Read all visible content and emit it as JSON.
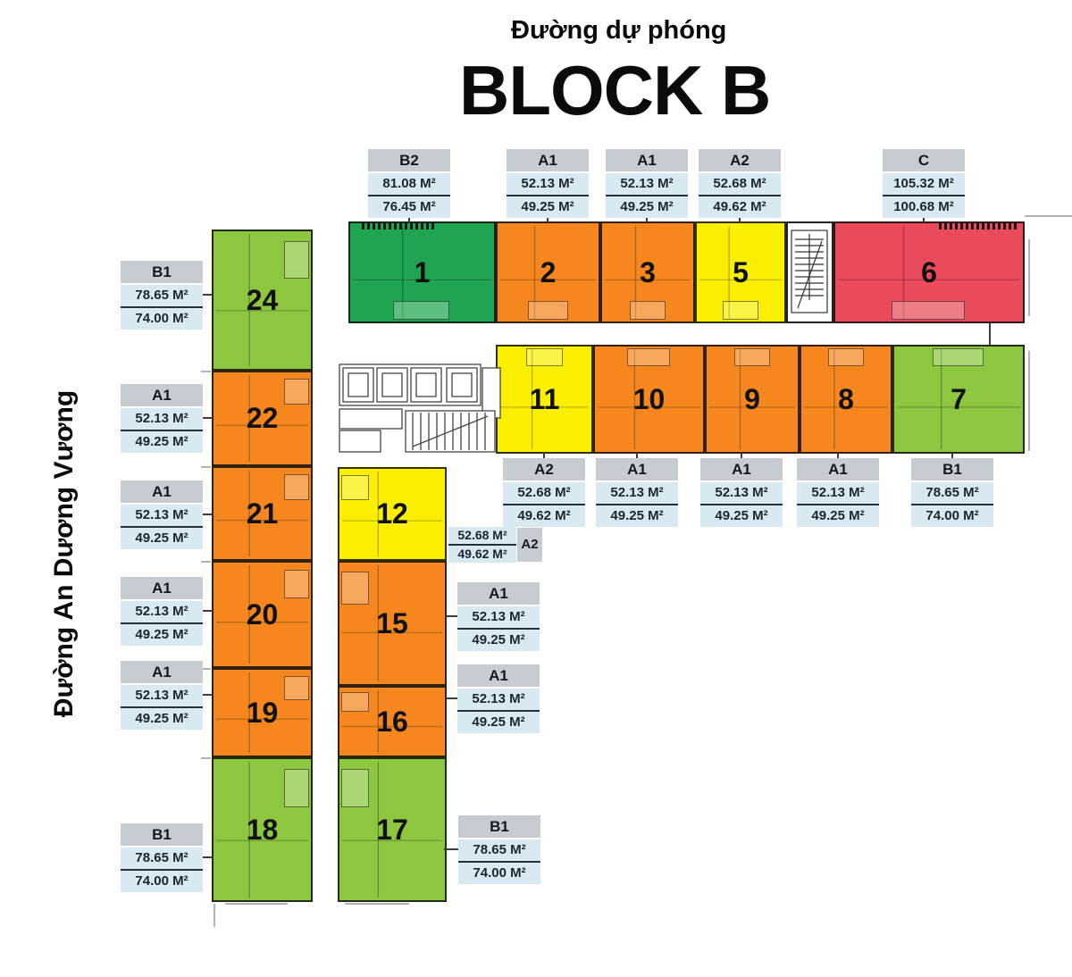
{
  "page": {
    "road_top": "Đường dự phóng",
    "title": "BLOCK B",
    "road_left": "Đường An Dương Vương"
  },
  "colors": {
    "green_dark": "#1FA551",
    "green_light": "#8DC63F",
    "orange": "#F6871F",
    "yellow": "#FBEF00",
    "red": "#E94B5B",
    "label_header": "#C7CCD3",
    "label_body": "#D9E9F2",
    "outline": "#1a1a1a",
    "road_gray": "#aeb3b8"
  },
  "units": [
    {
      "number": "1",
      "type": "B2"
    },
    {
      "number": "2",
      "type": "A1"
    },
    {
      "number": "3",
      "type": "A1"
    },
    {
      "number": "5",
      "type": "A2"
    },
    {
      "number": "6",
      "type": "C"
    },
    {
      "number": "7",
      "type": "B1"
    },
    {
      "number": "8",
      "type": "A1"
    },
    {
      "number": "9",
      "type": "A1"
    },
    {
      "number": "10",
      "type": "A1"
    },
    {
      "number": "11",
      "type": "A2"
    },
    {
      "number": "12",
      "type": "A2"
    },
    {
      "number": "15",
      "type": "A1"
    },
    {
      "number": "16",
      "type": "A1"
    },
    {
      "number": "17",
      "type": "B1"
    },
    {
      "number": "18",
      "type": "B1"
    },
    {
      "number": "19",
      "type": "A1"
    },
    {
      "number": "20",
      "type": "A1"
    },
    {
      "number": "21",
      "type": "A1"
    },
    {
      "number": "22",
      "type": "A1"
    },
    {
      "number": "24",
      "type": "B1"
    }
  ],
  "labels": [
    {
      "type": "B2",
      "area1": "81.08 M²",
      "area2": "76.45 M²"
    },
    {
      "type": "A1",
      "area1": "52.13 M²",
      "area2": "49.25 M²"
    },
    {
      "type": "A1",
      "area1": "52.13 M²",
      "area2": "49.25 M²"
    },
    {
      "type": "A2",
      "area1": "52.68 M²",
      "area2": "49.62 M²"
    },
    {
      "type": "C",
      "area1": "105.32 M²",
      "area2": "100.68 M²"
    },
    {
      "type": "A2",
      "area1": "52.68 M²",
      "area2": "49.62 M²"
    },
    {
      "type": "A1",
      "area1": "52.13 M²",
      "area2": "49.25 M²"
    },
    {
      "type": "A1",
      "area1": "52.13 M²",
      "area2": "49.25 M²"
    },
    {
      "type": "A1",
      "area1": "52.13 M²",
      "area2": "49.25 M²"
    },
    {
      "type": "B1",
      "area1": "78.65 M²",
      "area2": "74.00 M²"
    },
    {
      "type": "B1",
      "area1": "78.65 M²",
      "area2": "74.00 M²"
    },
    {
      "type": "A1",
      "area1": "52.13 M²",
      "area2": "49.25 M²"
    },
    {
      "type": "A1",
      "area1": "52.13 M²",
      "area2": "49.25 M²"
    },
    {
      "type": "A1",
      "area1": "52.13 M²",
      "area2": "49.25 M²"
    },
    {
      "type": "A1",
      "area1": "52.13 M²",
      "area2": "49.25 M²"
    },
    {
      "type": "B1",
      "area1": "78.65 M²",
      "area2": "74.00 M²"
    },
    {
      "type": "A2",
      "area1": "52.68 M²",
      "area2": "49.62 M²"
    },
    {
      "type": "A1",
      "area1": "52.13 M²",
      "area2": "49.25 M²"
    },
    {
      "type": "A1",
      "area1": "52.13 M²",
      "area2": "49.25 M²"
    },
    {
      "type": "B1",
      "area1": "78.65 M²",
      "area2": "74.00 M²"
    }
  ]
}
